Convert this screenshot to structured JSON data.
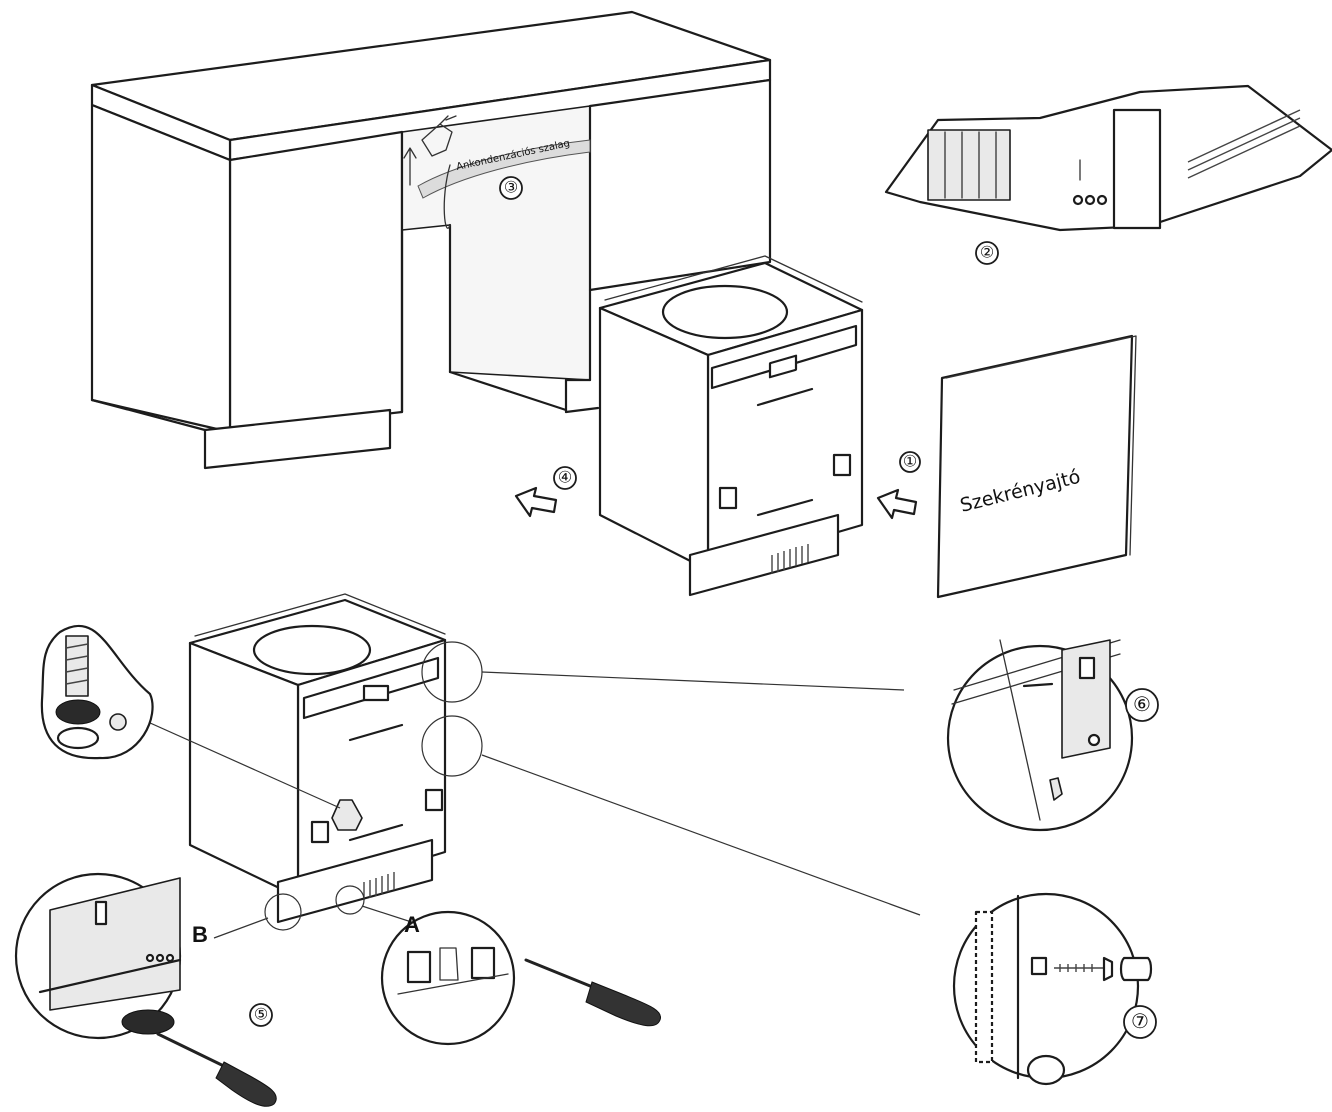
{
  "labels": {
    "condensation_tape": "Ankondenzációs szalag",
    "cabinet_door": "Szekrényajtó",
    "detail_a": "A",
    "detail_b": "B"
  },
  "steps": [
    "①",
    "②",
    "③",
    "④",
    "⑤",
    "⑥",
    "⑦"
  ]
}
